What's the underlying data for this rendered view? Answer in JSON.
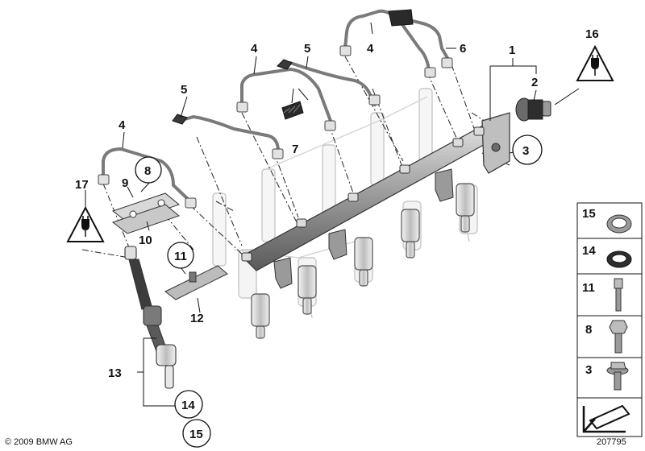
{
  "diagram": {
    "callouts": {
      "c1": "1",
      "c2": "2",
      "c3": "3",
      "c4a": "4",
      "c4b": "4",
      "c4c": "4",
      "c5a": "5",
      "c5b": "5",
      "c6": "6",
      "c7": "7",
      "c8": "8",
      "c9": "9",
      "c10": "10",
      "c11": "11",
      "c12": "12",
      "c13": "13",
      "c14": "14",
      "c15": "15",
      "c16": "16",
      "c17": "17"
    },
    "legend": [
      {
        "label": "15",
        "icon": "seal-ring-icon"
      },
      {
        "label": "14",
        "icon": "o-ring-icon"
      },
      {
        "label": "11",
        "icon": "screw-icon"
      },
      {
        "label": "8",
        "icon": "hex-bolt-icon"
      },
      {
        "label": "3",
        "icon": "flange-bolt-icon"
      }
    ],
    "icons": {
      "warning_16": "electrical-warning-icon",
      "warning_17": "electrical-warning-icon",
      "sheet": "sheet-arrow-icon"
    }
  },
  "footer": {
    "copyright": "© 2009 BMW AG",
    "diagram_number": "207795"
  }
}
